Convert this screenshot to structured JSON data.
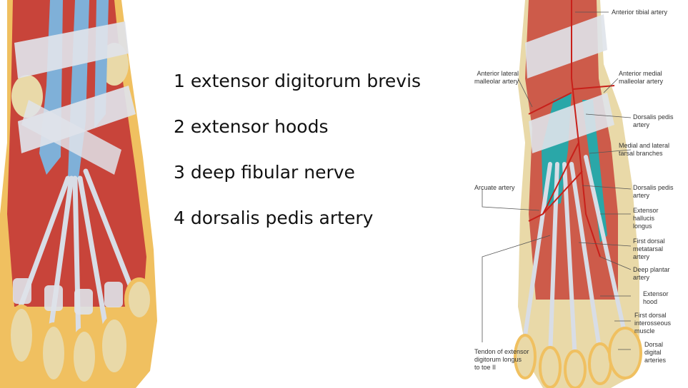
{
  "list": [
    {
      "num": "1",
      "text": "extensor digitorum brevis"
    },
    {
      "num": "2",
      "text": "extensor hoods"
    },
    {
      "num": "3",
      "text": "deep fibular nerve"
    },
    {
      "num": "4",
      "text": "dorsalis pedis artery"
    }
  ],
  "labels": {
    "anterior_tibial_artery": "Anterior tibial artery",
    "anterior_lateral_malleolar_artery": "Anterior lateral\nmalleolar artery",
    "anterior_medial_malleolar_artery": "Anterior medial\nmalleolar artery",
    "dorsalis_pedis_artery_1": "Dorsalis pedis\nartery",
    "medial_lateral_tarsal_branches": "Medial and lateral\ntarsal branches",
    "arcuate_artery": "Arcuate artery",
    "dorsalis_pedis_artery_2": "Dorsalis pedis\nartery",
    "extensor_hallucis_longus": "Extensor\nhallucis\nlongus",
    "first_dorsal_metatarsal_artery": "First dorsal\nmetatarsal\nartery",
    "deep_plantar_artery": "Deep plantar\nartery",
    "extensor_hood": "Extensor\nhood",
    "first_dorsal_interosseous_muscle": "First dorsal\ninterosseous\nmuscle",
    "dorsal_digital_arteries": "Dorsal\ndigital\narteries",
    "tendon_extensor_digitorum_longus": "Tendon of extensor\ndigitorum longus\nto toe II"
  },
  "colors": {
    "muscle": "#c8443a",
    "tendon_sheath": "#7fb0d8",
    "retinaculum": "#dfe3ea",
    "bone": "#e9d9a8",
    "skin_fat": "#f0c060",
    "tendon": "#d8dde6",
    "artery": "#c8201a",
    "sheath_teal": "#2aa7a8"
  }
}
